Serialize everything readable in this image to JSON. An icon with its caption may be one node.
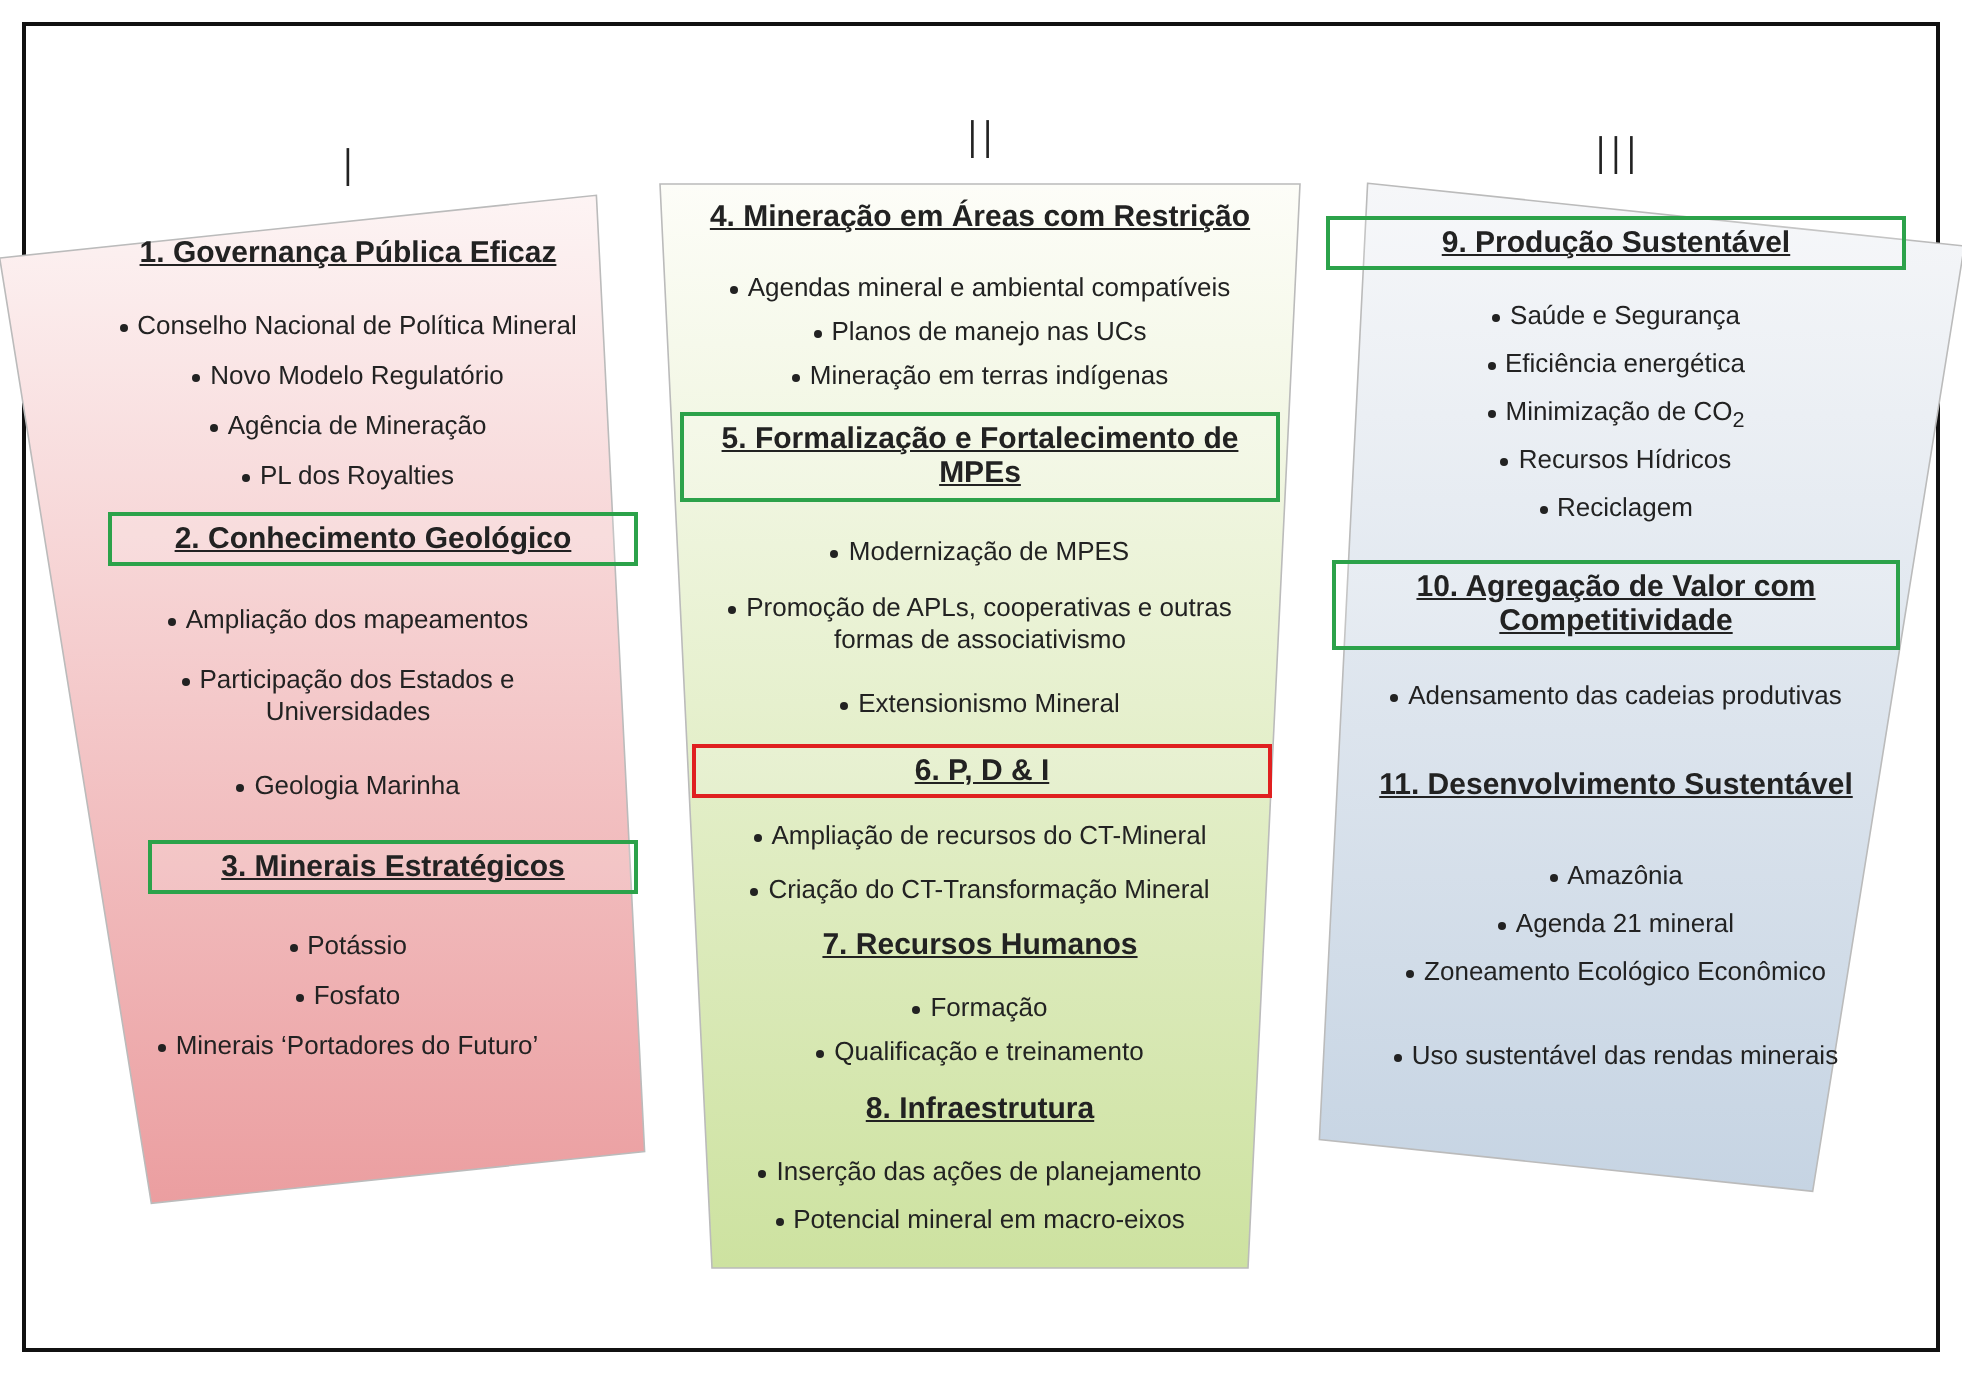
{
  "diagram": {
    "nodes": [
      {
        "text": [
          "I"
        ]
      },
      {
        "text": [
          "2. Conhecimento Geológico"
        ],
        "in": 0
      },
      {
        "text": [
          "3. Minerais Estratégicos"
        ],
        "in": 0
      },
      {
        "text": [
          "II"
        ]
      },
      {
        "text": [
          "5. Formalização e Fortalecimento de MPEs"
        ],
        "in": 3
      },
      {
        "text": [
          "6. P, D & I"
        ],
        "in": 3
      },
      {
        "text": [
          "III"
        ]
      },
      {
        "text": [
          "9. Produção Sustentável"
        ],
        "in": 6
      },
      {
        "text": [
          "10. Agregação de Valor com Competitividade"
        ],
        "in": 6
      }
    ],
    "labels": [
      "1. Governança Pública Eficaz",
      "Conselho Nacional de Política Mineral",
      "Novo Modelo Regulatório",
      "Agência de Mineração",
      "PL dos Royalties",
      "Ampliação dos mapeamentos",
      "Participação dos Estados e Universidades",
      "Geologia Marinha",
      "Potássio",
      "Fosfato",
      "Minerais ‘Portadores do Futuro’",
      "4. Mineração em Áreas com Restrição",
      "Agendas mineral e ambiental compatíveis",
      "Planos de manejo nas UCs",
      "Mineração em terras indígenas",
      "Modernização de MPES",
      "Promoção de APLs, cooperativas e outras formas de associativismo",
      "Extensionismo Mineral",
      "Ampliação de recursos do CT-Mineral",
      "Criação do CT-Transformação Mineral",
      "7. Recursos Humanos",
      "Formação",
      "Qualificação e treinamento",
      "8. Infraestrutura",
      "Inserção das ações de planejamento",
      "Potencial mineral em macro-eixos",
      "Saúde e Segurança",
      "Eficiência energética",
      "Minimização de CO$_{2}$",
      "Recursos Hídricos",
      "Reciclagem",
      "Adensamento das cadeias produtivas",
      "11. Desenvolvimento Sustentável",
      "Amazônia",
      "Agenda 21 mineral",
      "Zoneamento Ecológico Econômico",
      "Uso sustentável das rendas minerais"
    ]
  }
}
